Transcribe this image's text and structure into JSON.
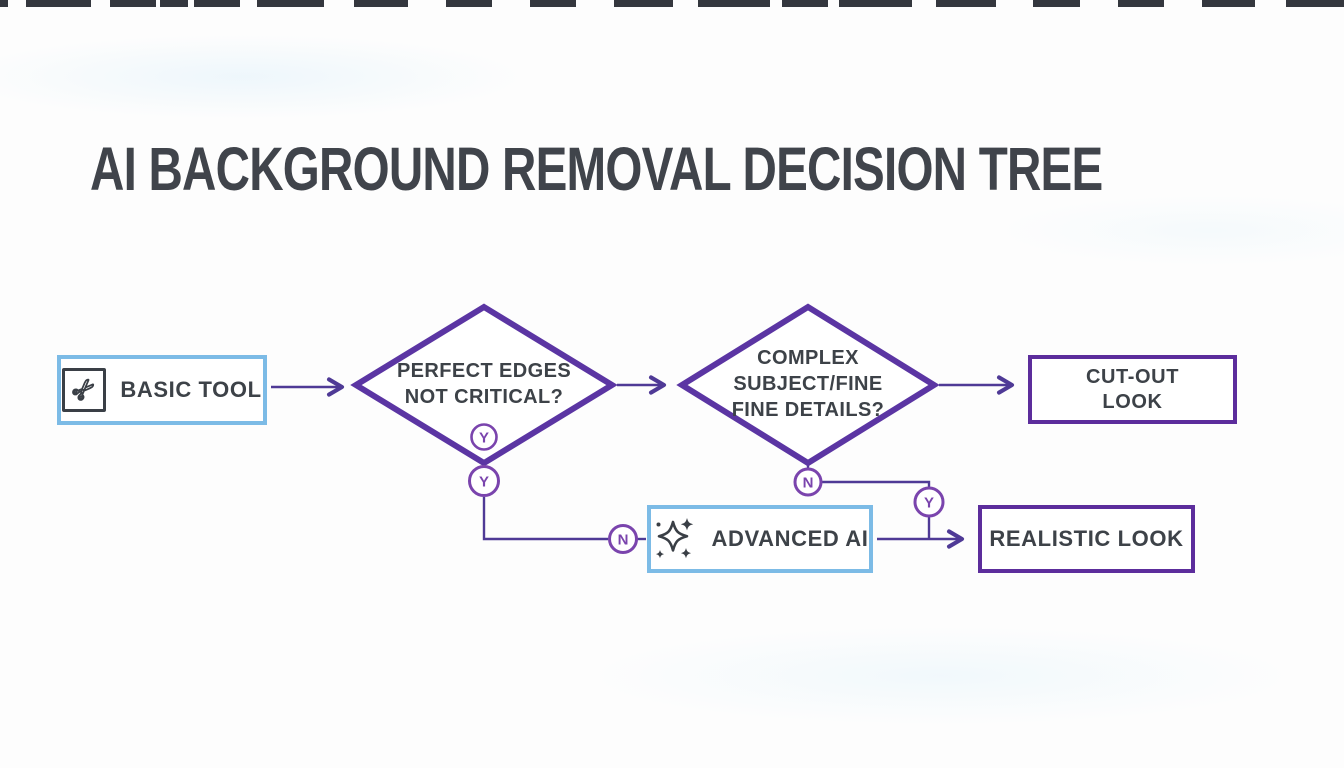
{
  "title": "AI BACKGROUND REMOVAL DECISION TREE",
  "nodes": {
    "basic_tool": {
      "label": "BASIC TOOL"
    },
    "perfect_edges": {
      "label": "PERFECT EDGES\nNOT CRITICAL?"
    },
    "complex_subject": {
      "label": "COMPLEX\nSUBJECT/FINE\nFINE DETAILS?"
    },
    "cut_out_look": {
      "label": "CUT-OUT\nLOOK"
    },
    "advanced_ai": {
      "label": "ADVANCED AI"
    },
    "realistic_look": {
      "label": "REALISTIC LOOK"
    }
  },
  "branch_labels": {
    "yes_inner_diamond1": "Y",
    "yes_below_diamond1": "Y",
    "no_before_advanced_ai": "N",
    "no_below_diamond2": "N",
    "yes_right_branch": "Y"
  },
  "icons": {
    "basic_tool": "scissors-icon",
    "advanced_ai": "sparkles-icon"
  },
  "colors": {
    "diamond_border": "#5b35a3",
    "box_border_purple": "#5c2d9c",
    "box_border_blue": "#7cbbe6",
    "connector_line": "#4f3a96",
    "branch_circle": "#7a44ad",
    "text": "#3d4248",
    "title_text": "#40444b",
    "background": "#fdfdfd"
  }
}
